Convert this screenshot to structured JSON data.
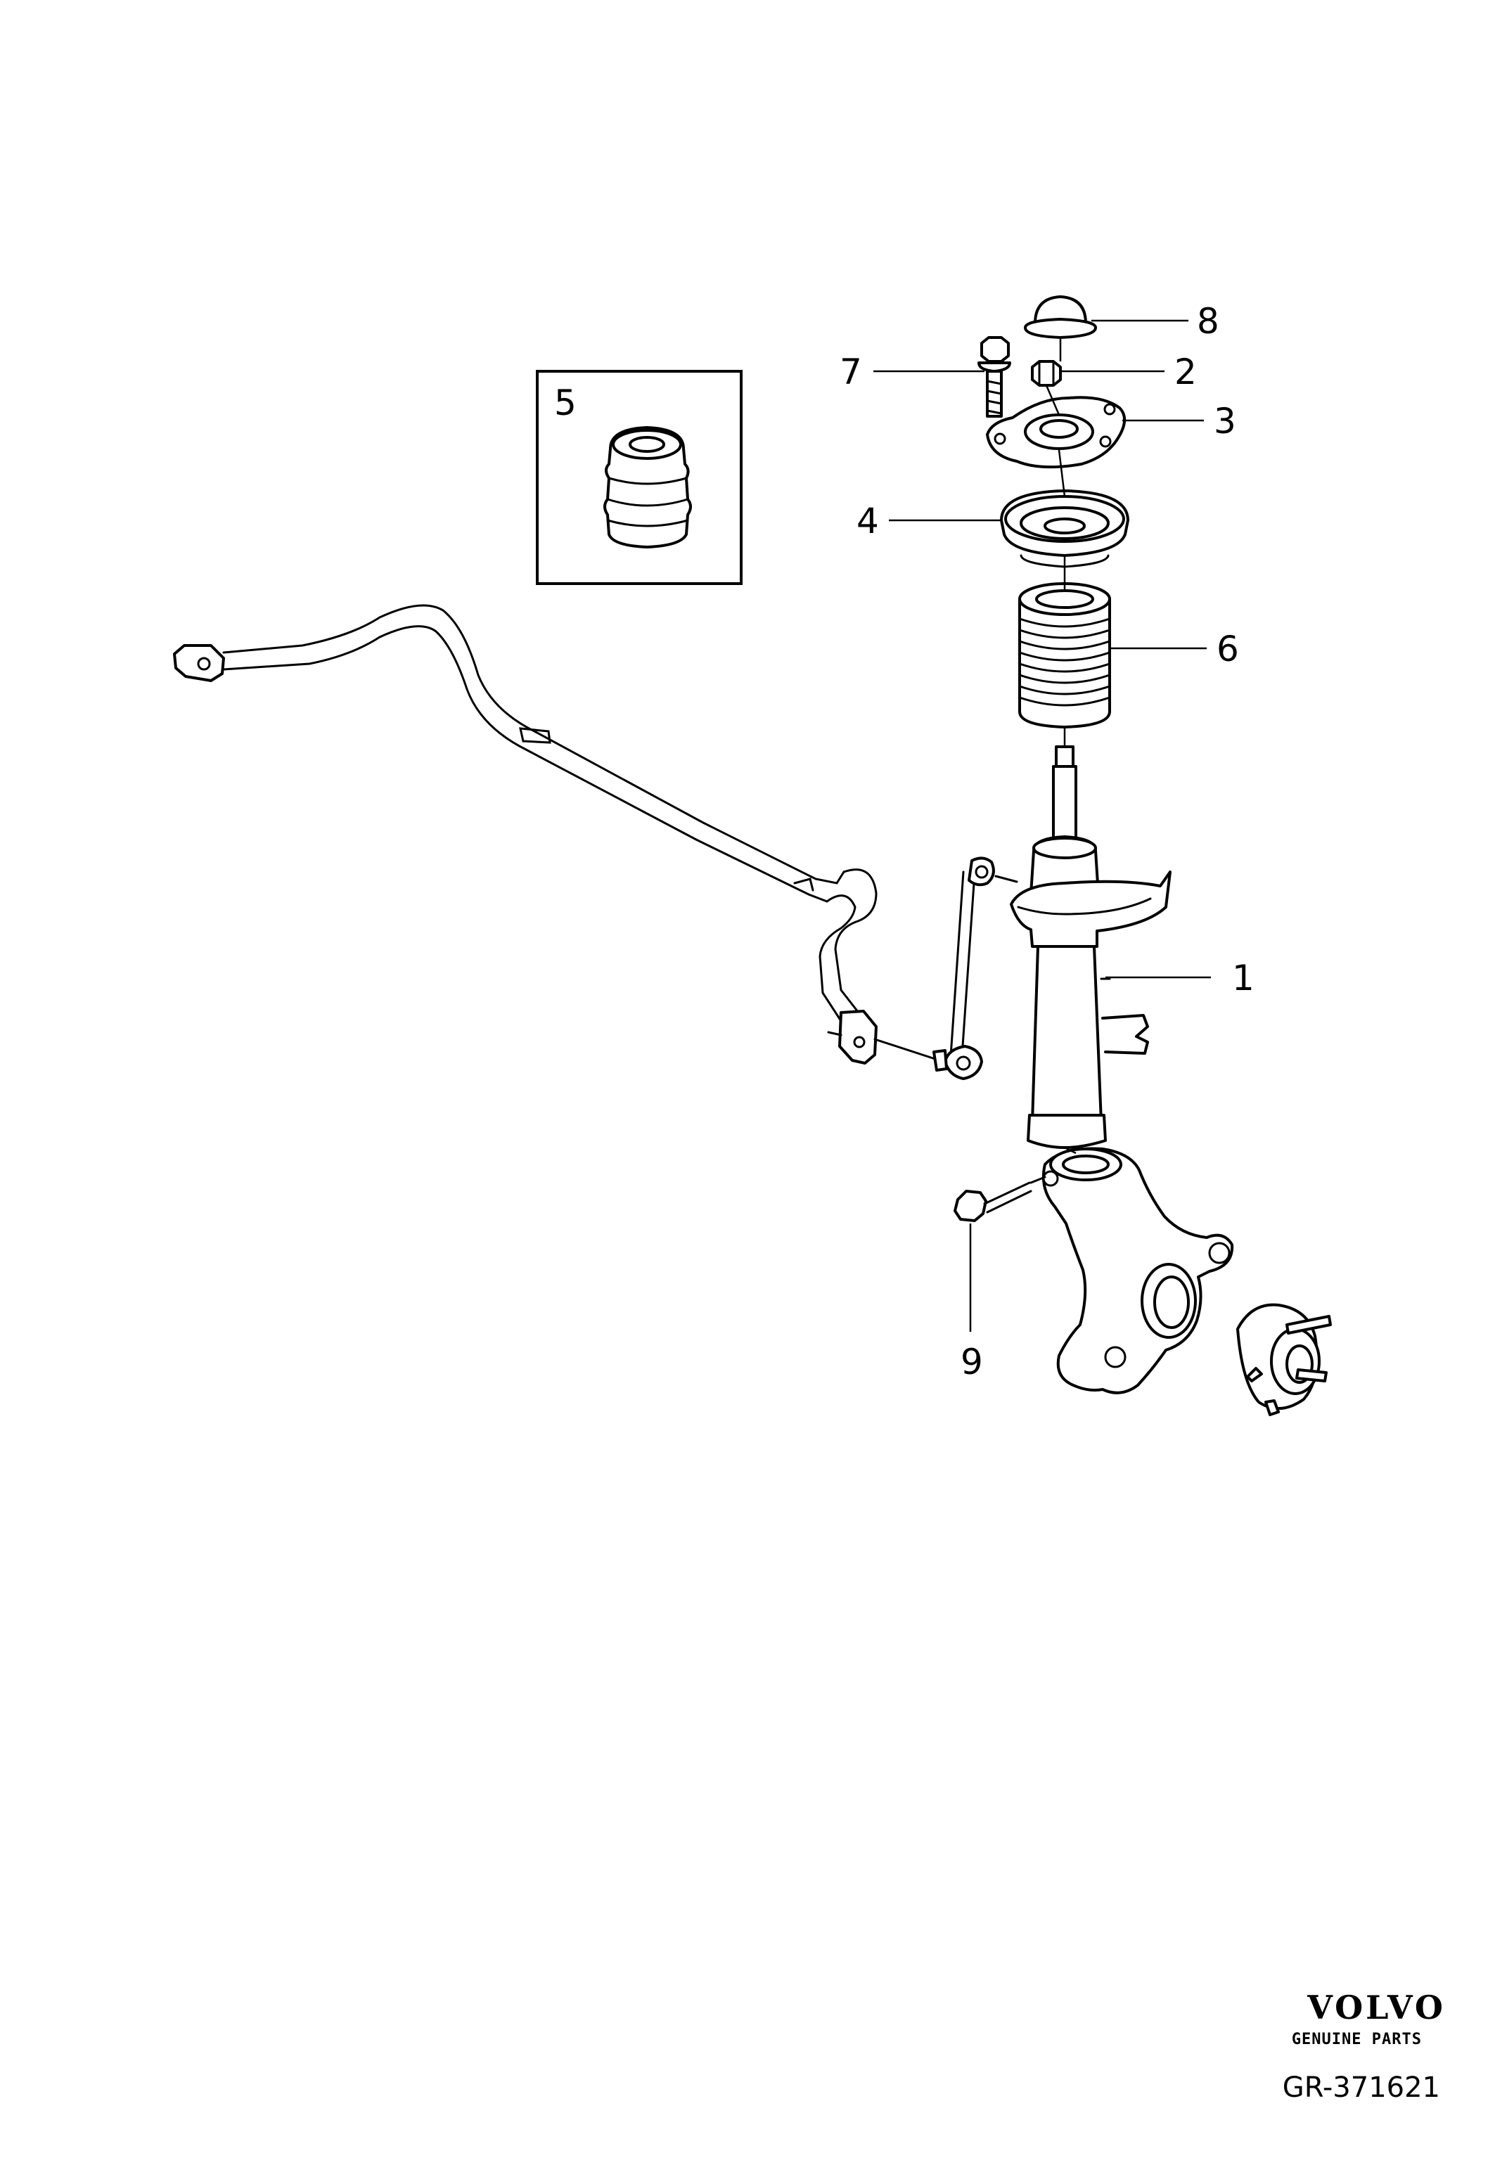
{
  "callouts": {
    "c1": "1",
    "c2": "2",
    "c3": "3",
    "c4": "4",
    "c5": "5",
    "c6": "6",
    "c7": "7",
    "c8": "8",
    "c9": "9"
  },
  "brand": {
    "name": "VOLVO",
    "subtitle": "GENUINE PARTS",
    "logo_icon": "volvo-wordmark"
  },
  "drawing_ref": "GR-371621"
}
